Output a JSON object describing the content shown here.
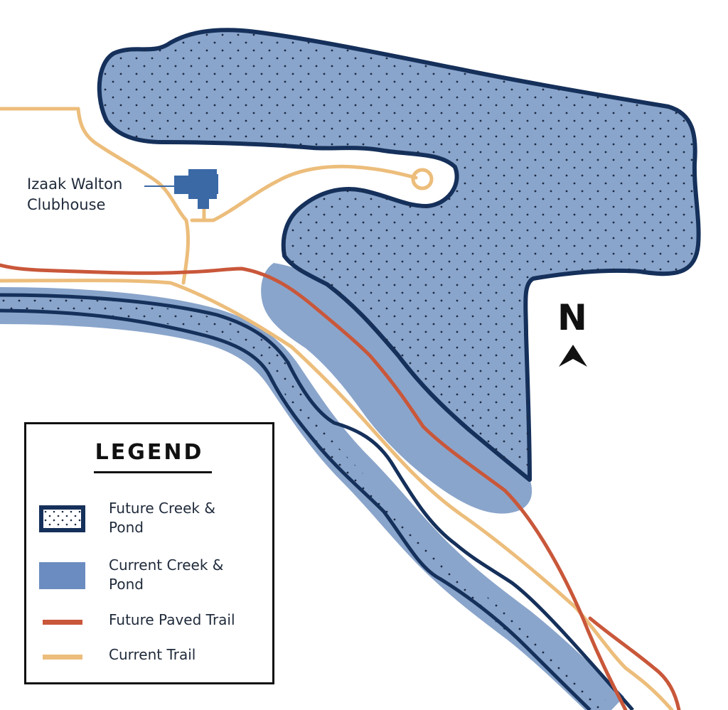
{
  "map": {
    "labels": {
      "clubhouse_line1": "Izaak Walton",
      "clubhouse_line2": "Clubhouse",
      "north": "N"
    },
    "legend": {
      "title": "LEGEND",
      "items": [
        {
          "line1": "Future Creek &",
          "line2": "Pond",
          "kind": "future-creek"
        },
        {
          "line1": "Current Creek &",
          "line2": "Pond",
          "kind": "current-creek"
        },
        {
          "line1": "Future Paved Trail",
          "line2": "",
          "kind": "future-trail"
        },
        {
          "line1": "Current Trail",
          "line2": "",
          "kind": "current-trail"
        }
      ]
    },
    "colors": {
      "water_current": "#8aa5cb",
      "water_future_outline": "#15305a",
      "future_paved_trail": "#c9573a",
      "current_trail": "#ecbd7b",
      "clubhouse": "#3a69a6",
      "dots": "#1c2b45"
    },
    "icons": {
      "north_arrow": "north-arrow-icon",
      "clubhouse": "building-icon"
    }
  }
}
